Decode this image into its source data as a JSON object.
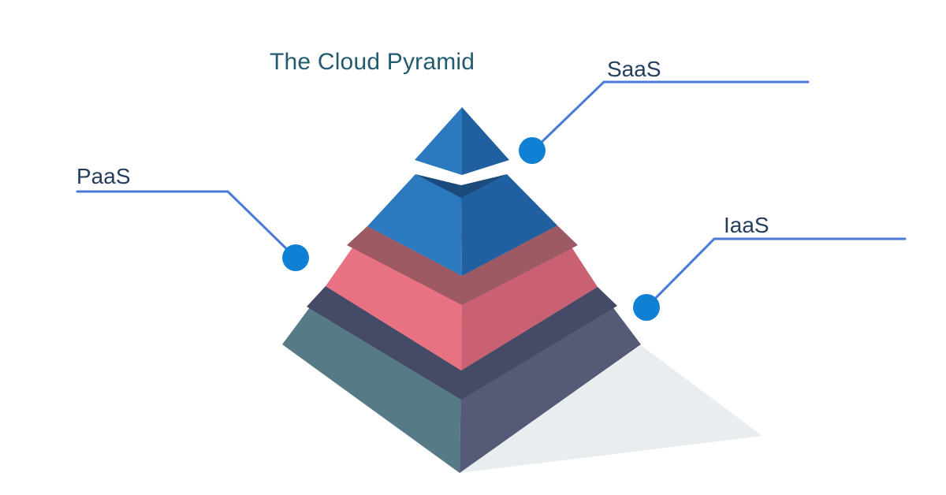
{
  "title": {
    "text": "The Cloud Pyramid"
  },
  "labels": {
    "saas": "SaaS",
    "paas": "PaaS",
    "iaas": "IaaS"
  },
  "colors": {
    "title_text": "#225b70",
    "label_text": "#243e5c",
    "connector": "#4a7ad5",
    "dot": "#1080d4",
    "blue_left": "#2b7ac0",
    "blue_right": "#2060a0",
    "blue_top": "#1b4a7c",
    "red_left": "#e97282",
    "red_right": "#c96173",
    "red_top": "#9d5a65",
    "slate_left": "#567b87",
    "slate_right": "#555b77",
    "slate_top": "#454b66",
    "ground_shadow": "#e8eef0",
    "background": "#ffffff"
  },
  "chart_data": {
    "type": "pyramid-diagram",
    "title": "The Cloud Pyramid",
    "levels": [
      {
        "label": "SaaS",
        "position": "top",
        "color_left": "#2b7ac0",
        "color_right": "#2060a0",
        "callout_side": "right"
      },
      {
        "label": "PaaS",
        "position": "middle",
        "color_left": "#e97282",
        "color_right": "#c96173",
        "callout_side": "left"
      },
      {
        "label": "IaaS",
        "position": "bottom",
        "color_left": "#567b87",
        "color_right": "#555b77",
        "callout_side": "right"
      }
    ],
    "legend_position": "none",
    "grid": false
  }
}
